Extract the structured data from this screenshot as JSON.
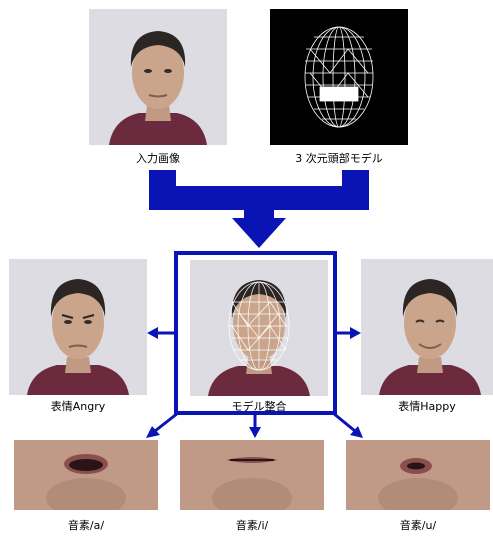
{
  "inputs": {
    "input_image_label": "入力画像",
    "head_model_label": "3 次元頭部モデル"
  },
  "center": {
    "model_fit_label": "モデル整合"
  },
  "expressions": {
    "angry_label": "表情Angry",
    "happy_label": "表情Happy"
  },
  "phonemes": [
    {
      "label": "音素/a/"
    },
    {
      "label": "音素/i/"
    },
    {
      "label": "音素/u/"
    }
  ],
  "colors": {
    "arrow_blue": "#0a14b4",
    "box_blue": "#0a14b4",
    "photo_bg": "#d9d9de",
    "shirt": "#6b2a3e",
    "skin": "#caa58c",
    "hair": "#2b2624",
    "wireframe": "#ffffff",
    "model_bg": "#000000"
  }
}
